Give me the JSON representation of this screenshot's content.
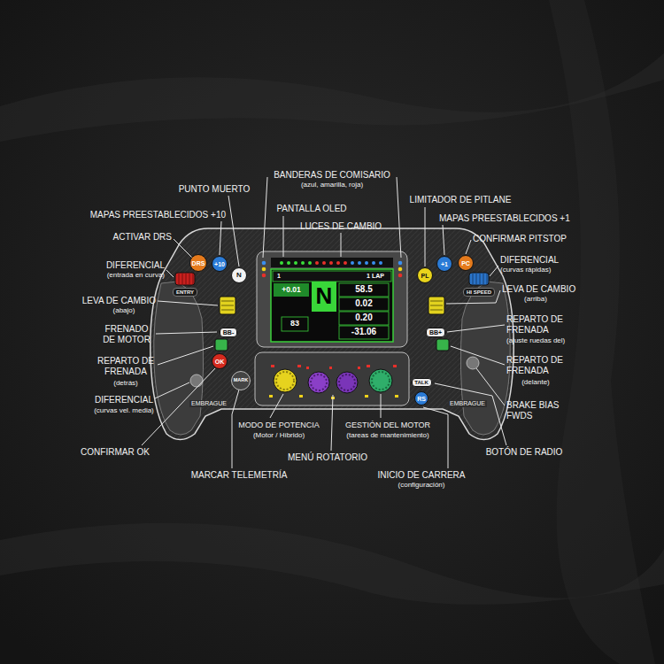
{
  "diagram": {
    "nodes": [
      {
        "text": [
          "DRS"
        ]
      },
      {
        "text": [
          "+10"
        ]
      },
      {
        "text": [
          "N"
        ]
      },
      {
        "text": [
          "PL"
        ]
      },
      {
        "text": [
          "+1"
        ]
      },
      {
        "text": [
          "PC"
        ]
      },
      {
        "text": [
          "ENTRY"
        ]
      },
      {
        "text": [
          "HI SPEED"
        ]
      },
      {
        "text": [
          "BB-"
        ]
      },
      {
        "text": [
          "BB+"
        ]
      },
      {
        "text": [
          "OK"
        ]
      },
      {
        "text": [
          "MARK"
        ]
      },
      {
        "text": [
          "TALK"
        ]
      },
      {
        "text": [
          "RS"
        ]
      }
    ],
    "labels": [
      "BANDERAS DE COMISARIO",
      "(azul, amarilla, roja)",
      "PUNTO MUERTO",
      "LIMITADOR DE PITLANE",
      "PANTALLA OLED",
      "MAPAS PREESTABLECIDOS +10",
      "MAPAS PREESTABLECIDOS +1",
      "LUCES DE CAMBIO",
      "ACTIVAR DRS",
      "CONFIRMAR PITSTOP",
      "DIFERENCIAL",
      "(entrada en curva)",
      "DIFERENCIAL",
      "(curvas rápidas)",
      "LEVA DE CAMBIO",
      "(abajo)",
      "LEVA DE CAMBIO",
      "(arriba)",
      "FRENADO DE MOTOR",
      "REPARTO DE FRENADA",
      "(ajuste ruedas del)",
      "REPARTO DE FRENADA",
      "(detrás)",
      "REPARTO DE FRENADA",
      "(delante)",
      "DIFERENCIAL",
      "(curvas vel. media)",
      "EMBRAGUE",
      "EMBRAGUE",
      "BRAKE BIAS FWDS",
      "MODO DE POTENCIA",
      "(Motor / Híbrido)",
      "GESTIÓN DEL MOTOR",
      "(tareas de mantenimiento)",
      "CONFIRMAR OK",
      "MENÚ ROTATORIO",
      "BOTÓN DE RADIO",
      "MARCAR TELEMETRÍA",
      "INICIO DE CARRERA",
      "(configuración)",
      "1",
      "1 LAP",
      "+0.01",
      "N",
      "58.5",
      "0.02",
      "0.20",
      "83",
      "-31.06"
    ]
  }
}
